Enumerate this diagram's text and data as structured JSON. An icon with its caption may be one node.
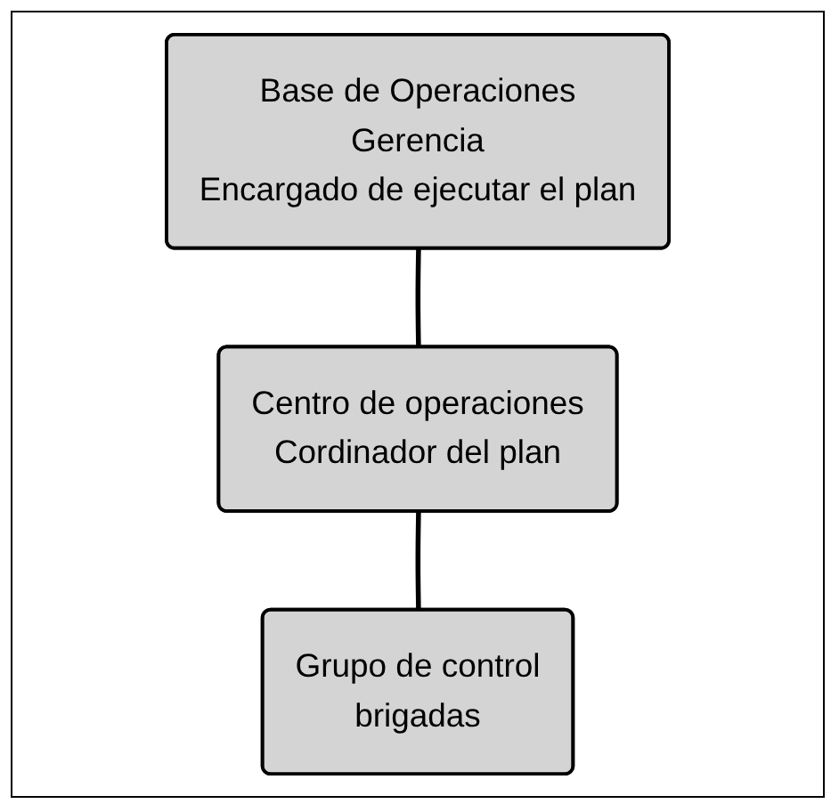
{
  "diagram": {
    "nodes": [
      {
        "text": [
          "Base de Operaciones",
          "Gerencia",
          "Encargado de ejecutar el plan"
        ]
      },
      {
        "text": [
          "Centro de operaciones",
          "Cordinador del plan"
        ]
      },
      {
        "text": [
          "Grupo de control",
          "brigadas"
        ]
      }
    ],
    "edges": [
      {
        "from": 0,
        "to": 1,
        "arrow": "none"
      },
      {
        "from": 1,
        "to": 2,
        "arrow": "none"
      }
    ]
  }
}
